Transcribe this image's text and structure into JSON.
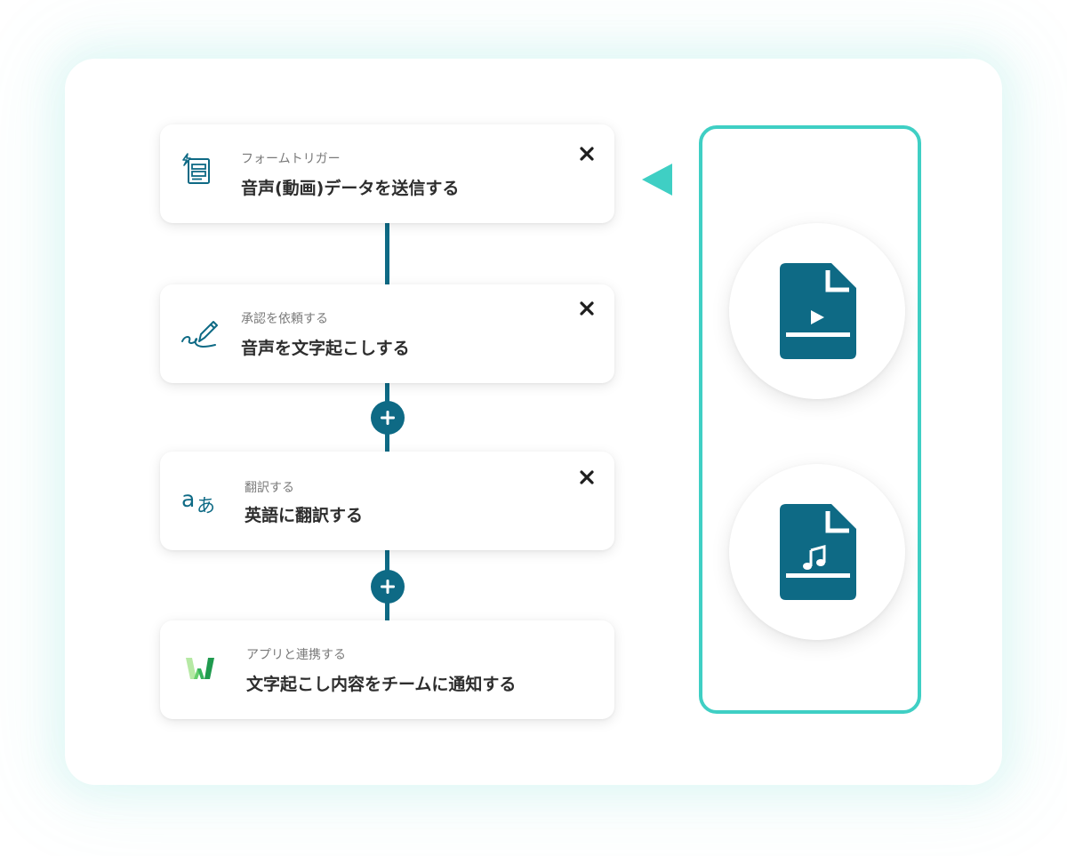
{
  "colors": {
    "accent_teal": "#3fcfc4",
    "dark_teal": "#0e6a85",
    "text_dark": "#2d2d2d",
    "text_muted": "#7a7a7a"
  },
  "flow": {
    "steps": [
      {
        "subtitle": "フォームトリガー",
        "title": "音声(動画)データを送信する",
        "icon": "form-trigger-icon",
        "removable": true
      },
      {
        "subtitle": "承認を依頼する",
        "title": "音声を文字起こしする",
        "icon": "pen-signature-icon",
        "removable": true
      },
      {
        "subtitle": "翻訳する",
        "title": "英語に翻訳する",
        "icon": "translate-icon",
        "removable": true
      },
      {
        "subtitle": "アプリと連携する",
        "title": "文字起こし内容をチームに通知する",
        "icon": "w-app-logo-icon",
        "removable": false
      }
    ],
    "add_buttons": 2
  },
  "files": [
    {
      "icon": "video-file-icon"
    },
    {
      "icon": "audio-file-icon"
    }
  ]
}
